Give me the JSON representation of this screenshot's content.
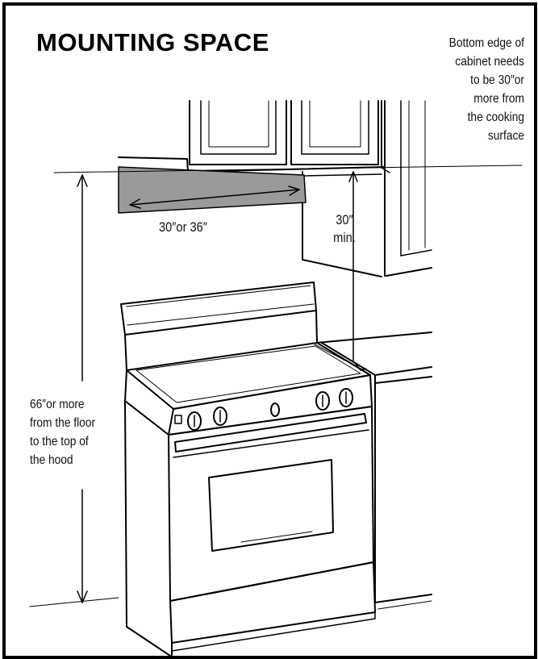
{
  "title": "MOUNTING SPACE",
  "notes": {
    "cabinet_clearance": [
      "Bottom edge of",
      "cabinet needs",
      "to be 30″or",
      "more from",
      "the cooking",
      "surface"
    ],
    "floor_clearance": [
      "66″or more",
      "from the floor",
      "to the top of",
      "the hood"
    ]
  },
  "dimensions": {
    "hood_width": "30″or 36″",
    "min_clearance": [
      "30″",
      "min."
    ]
  },
  "colors": {
    "line": "#000000",
    "hood_fill": "#9a9a9a"
  }
}
